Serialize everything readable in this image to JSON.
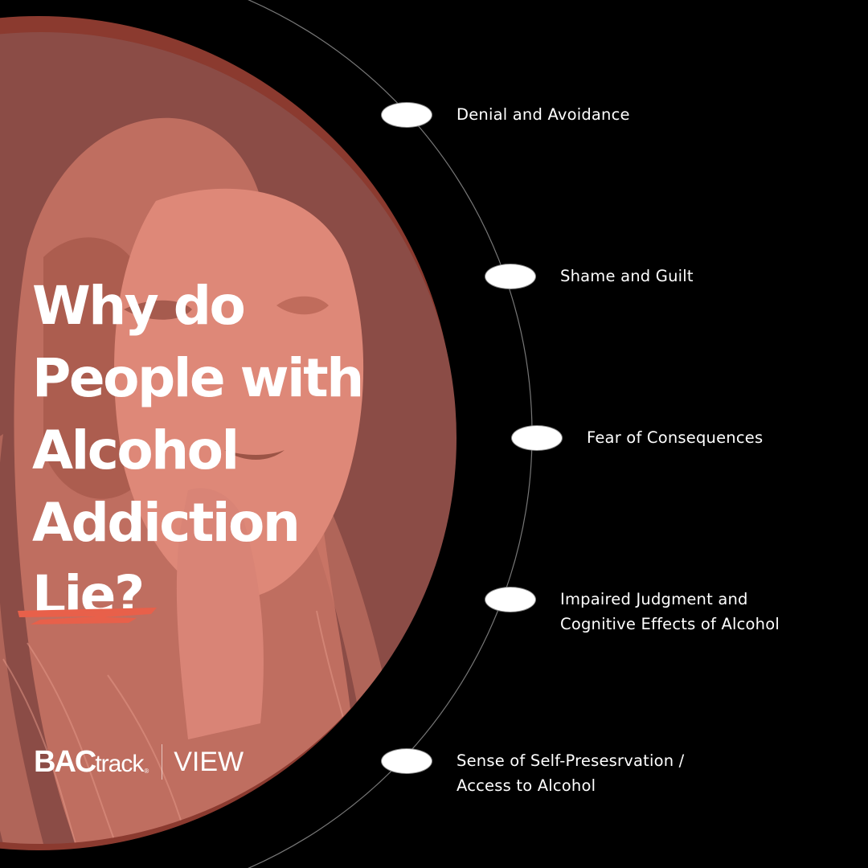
{
  "graphic": {
    "headline_lines": [
      "Why do",
      "People with",
      "Alcohol",
      "Addiction",
      "Lie?"
    ],
    "colors": {
      "background": "#000000",
      "rim_circle": "#8b3a2f",
      "photo_tint": "#8b4c46",
      "photo_highlight": "#de8878",
      "underline_accent": "#e8604a",
      "text": "#ffffff",
      "arc_line": "#777777"
    }
  },
  "branding": {
    "logo_bac": "BAC",
    "logo_track": "track",
    "logo_reg": "®",
    "logo_view": "VIEW"
  },
  "reasons": [
    {
      "label": "Denial and Avoidance"
    },
    {
      "label": "Shame and Guilt"
    },
    {
      "label": "Fear of Consequences"
    },
    {
      "label": "Impaired Judgment and Cognitive Effects of Alcohol"
    },
    {
      "label": "Sense of Self-Presesrvation / Access to Alcohol"
    }
  ]
}
